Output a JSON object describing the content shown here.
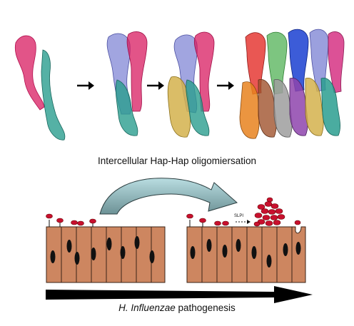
{
  "captions": {
    "oligomerisation": "Intercellular Hap-Hap oligomiersation",
    "pathogenesis_italic": "H. Influenzae",
    "pathogenesis_rest": " pathogenesis"
  },
  "labels": {
    "slpi": "SLPI"
  },
  "colors": {
    "cell_fill": "#cd8660",
    "cell_stroke": "#3a2418",
    "nucleus": "#111111",
    "bacteria": "#c8102e",
    "curved_arrow_fill_top": "#9fc7cc",
    "curved_arrow_fill_bottom": "#6d9296",
    "protein_pink": "#d81b60",
    "protein_teal": "#2a9d8f",
    "protein_lavender": "#8a8fd8",
    "protein_gold": "#d4b24c",
    "protein_red": "#e53935",
    "protein_green": "#66bb6a",
    "protein_blue": "#1a3fd1",
    "protein_magenta": "#d63384",
    "protein_orange": "#e8821e",
    "protein_grey": "#9e9e9e",
    "protein_purple": "#8e44ad",
    "protein_brown": "#a0522d"
  },
  "icons": [
    "right-arrow-icon",
    "curved-arrow-icon",
    "dashed-arrow-icon",
    "pathogenesis-arrow-icon"
  ]
}
